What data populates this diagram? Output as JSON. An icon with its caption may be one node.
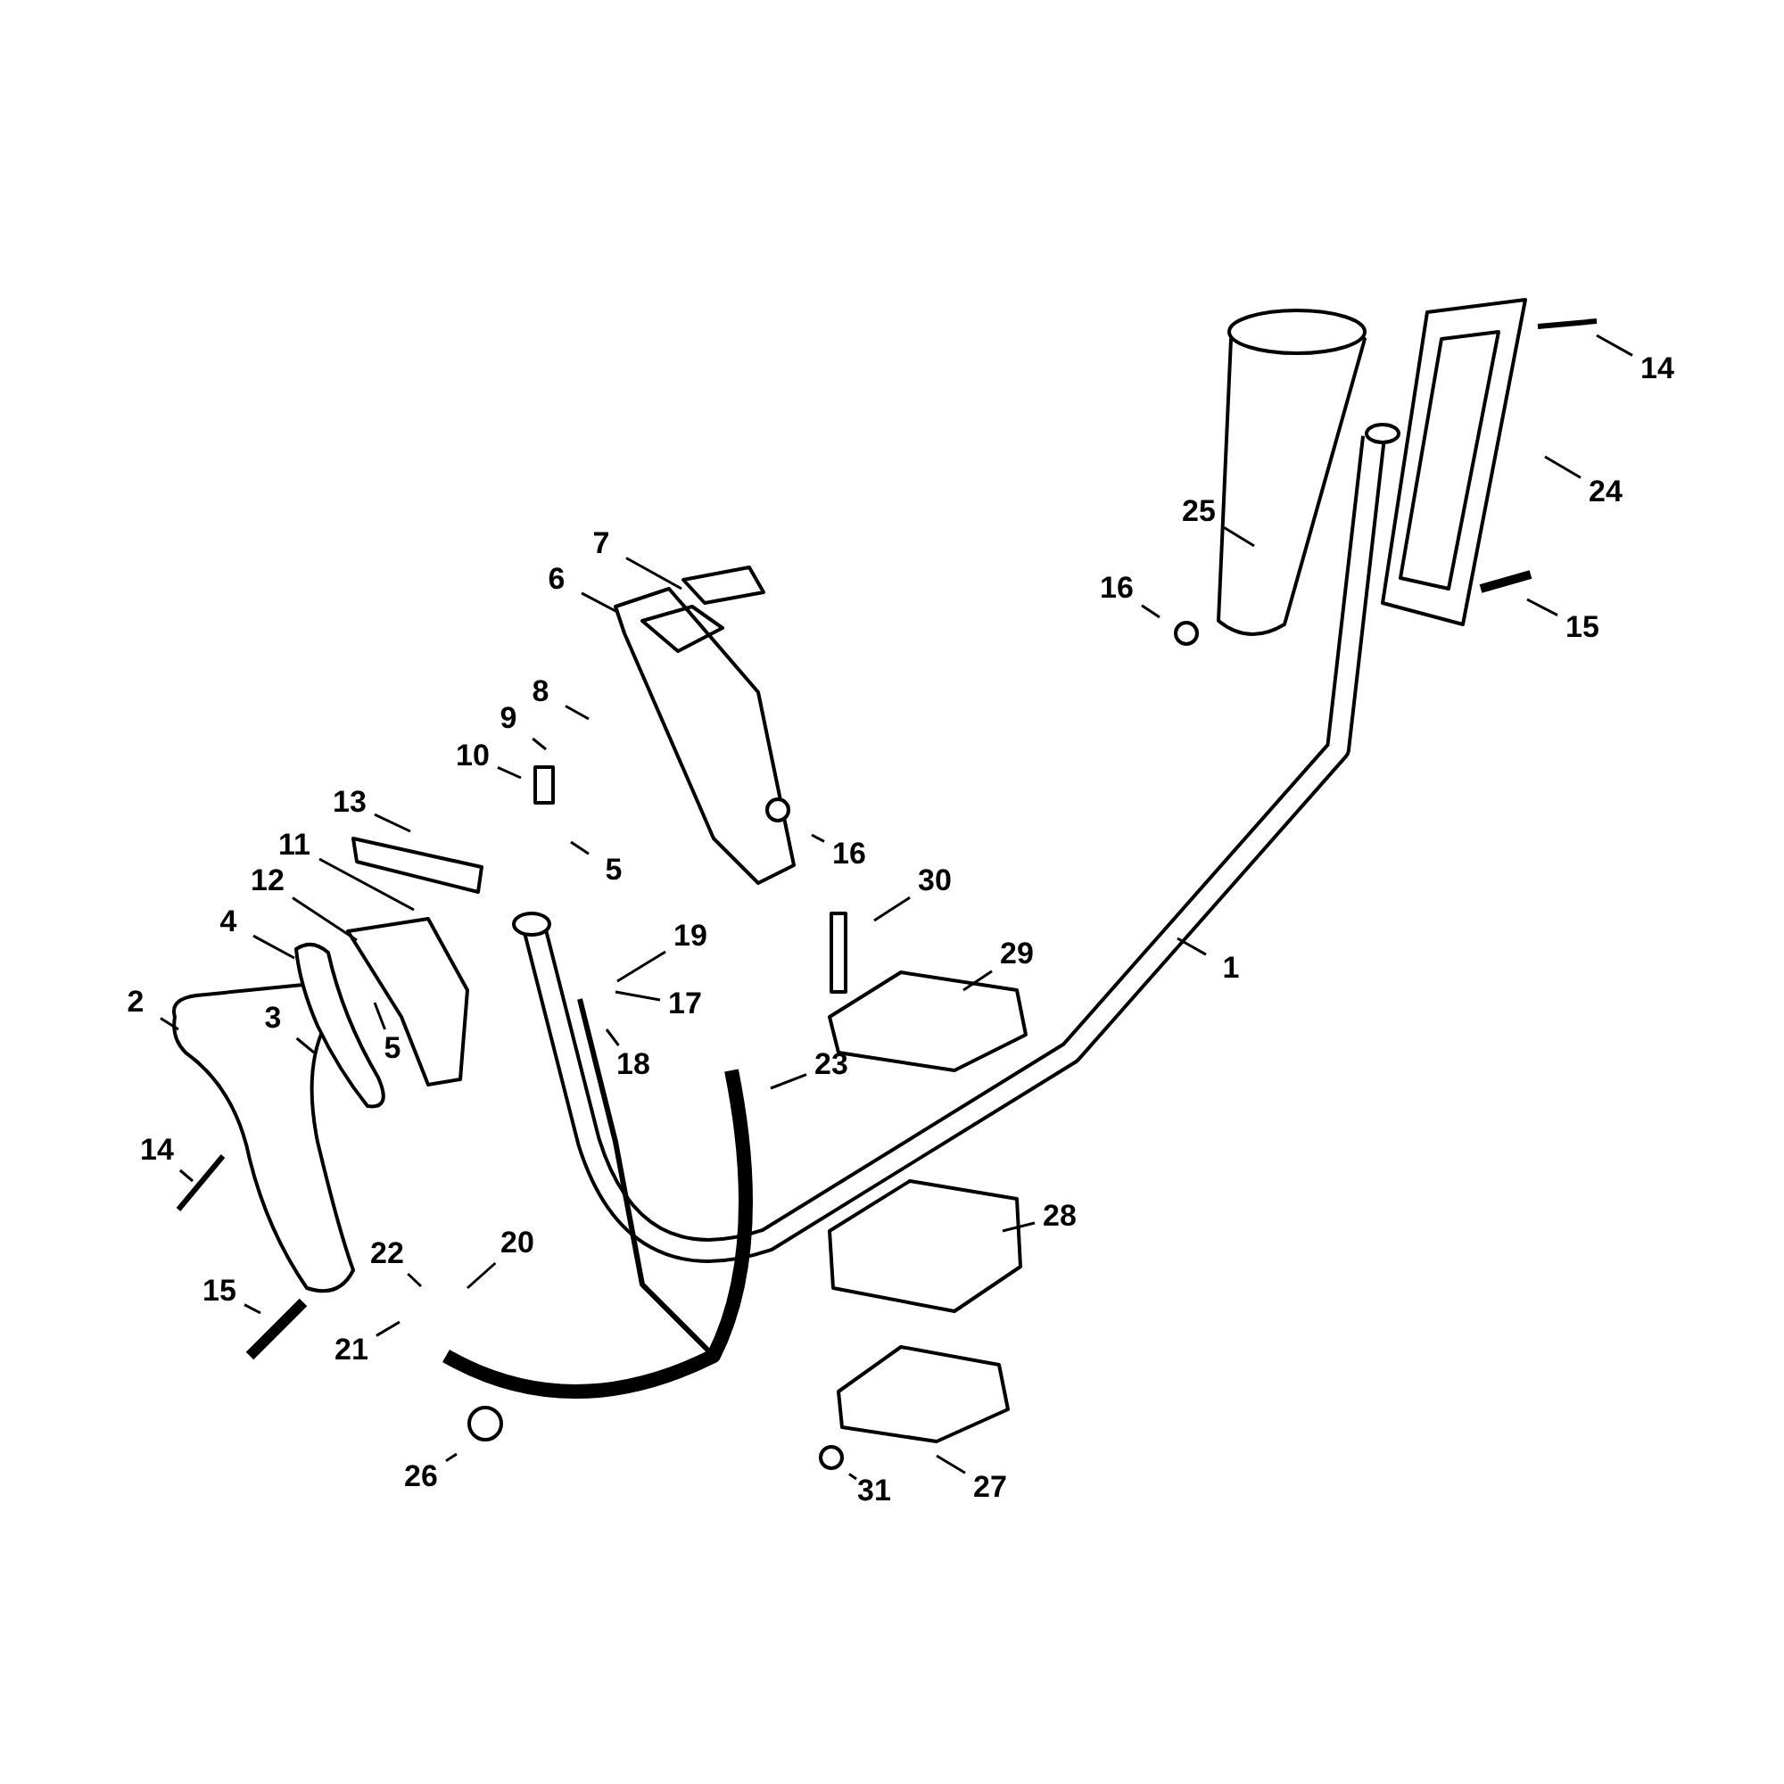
{
  "diagram": {
    "nodes": [
      {
        "text": [
          "14"
        ]
      },
      {
        "text": [
          "24"
        ]
      },
      {
        "text": [
          "25"
        ]
      },
      {
        "text": [
          "7"
        ]
      },
      {
        "text": [
          "6"
        ]
      },
      {
        "text": [
          "16"
        ]
      },
      {
        "text": [
          "15"
        ]
      },
      {
        "text": [
          "8"
        ]
      },
      {
        "text": [
          "9"
        ]
      },
      {
        "text": [
          "10"
        ]
      },
      {
        "text": [
          "13"
        ]
      },
      {
        "text": [
          "11"
        ]
      },
      {
        "text": [
          "16"
        ]
      },
      {
        "text": [
          "5"
        ]
      },
      {
        "text": [
          "30"
        ]
      },
      {
        "text": [
          "12"
        ]
      },
      {
        "text": [
          "4"
        ]
      },
      {
        "text": [
          "19"
        ]
      },
      {
        "text": [
          "29"
        ]
      },
      {
        "text": [
          "1"
        ]
      },
      {
        "text": [
          "17"
        ]
      },
      {
        "text": [
          "2"
        ]
      },
      {
        "text": [
          "3"
        ]
      },
      {
        "text": [
          "5"
        ]
      },
      {
        "text": [
          "18"
        ]
      },
      {
        "text": [
          "23"
        ]
      },
      {
        "text": [
          "14"
        ]
      },
      {
        "text": [
          "28"
        ]
      },
      {
        "text": [
          "20"
        ]
      },
      {
        "text": [
          "22"
        ]
      },
      {
        "text": [
          "15"
        ]
      },
      {
        "text": [
          "21"
        ]
      },
      {
        "text": [
          "26"
        ]
      },
      {
        "text": [
          "27"
        ]
      },
      {
        "text": [
          "31"
        ]
      }
    ],
    "edges": [
      {
        "from": 0,
        "to": null,
        "arrow": "none"
      },
      {
        "from": 1,
        "to": null,
        "arrow": "none"
      },
      {
        "from": 2,
        "to": null,
        "arrow": "none"
      },
      {
        "from": 3,
        "to": null,
        "arrow": "none"
      },
      {
        "from": 4,
        "to": null,
        "arrow": "none"
      },
      {
        "from": 5,
        "to": null,
        "arrow": "none"
      },
      {
        "from": 6,
        "to": null,
        "arrow": "none"
      },
      {
        "from": 7,
        "to": null,
        "arrow": "none"
      },
      {
        "from": 8,
        "to": null,
        "arrow": "none"
      },
      {
        "from": 9,
        "to": null,
        "arrow": "none"
      },
      {
        "from": 10,
        "to": null,
        "arrow": "none"
      },
      {
        "from": 11,
        "to": null,
        "arrow": "none"
      },
      {
        "from": 12,
        "to": null,
        "arrow": "none"
      },
      {
        "from": 13,
        "to": null,
        "arrow": "none"
      },
      {
        "from": 14,
        "to": null,
        "arrow": "none"
      },
      {
        "from": 15,
        "to": null,
        "arrow": "none"
      },
      {
        "from": 16,
        "to": null,
        "arrow": "none"
      },
      {
        "from": 17,
        "to": null,
        "arrow": "none"
      },
      {
        "from": 18,
        "to": null,
        "arrow": "none"
      },
      {
        "from": 19,
        "to": null,
        "arrow": "none"
      },
      {
        "from": 20,
        "to": null,
        "arrow": "none"
      },
      {
        "from": 21,
        "to": null,
        "arrow": "none"
      },
      {
        "from": 22,
        "to": null,
        "arrow": "none"
      },
      {
        "from": 23,
        "to": null,
        "arrow": "none"
      },
      {
        "from": 24,
        "to": null,
        "arrow": "none"
      },
      {
        "from": 25,
        "to": null,
        "arrow": "none"
      },
      {
        "from": 26,
        "to": null,
        "arrow": "none"
      },
      {
        "from": 27,
        "to": null,
        "arrow": "none"
      },
      {
        "from": 28,
        "to": null,
        "arrow": "none"
      },
      {
        "from": 29,
        "to": null,
        "arrow": "none"
      },
      {
        "from": 30,
        "to": null,
        "arrow": "none"
      },
      {
        "from": 31,
        "to": null,
        "arrow": "none"
      },
      {
        "from": 32,
        "to": null,
        "arrow": "none"
      },
      {
        "from": 33,
        "to": null,
        "arrow": "none"
      },
      {
        "from": 34,
        "to": null,
        "arrow": "none"
      }
    ]
  }
}
